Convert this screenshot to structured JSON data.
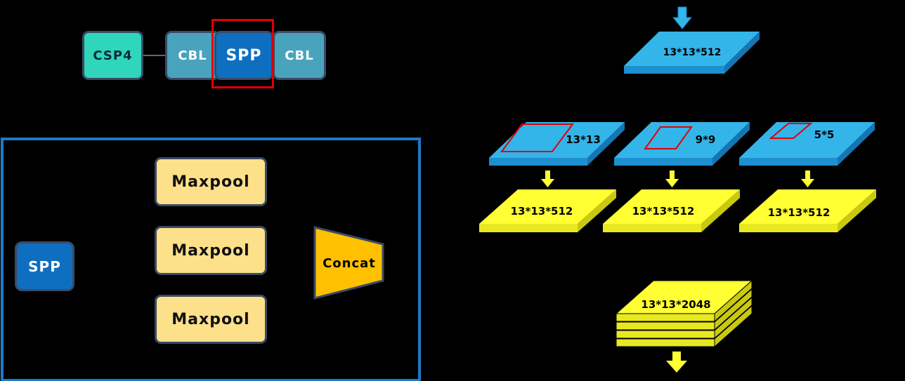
{
  "top_chain": {
    "csp4": "CSP4",
    "cbl_left": "CBL",
    "spp": "SPP",
    "cbl_right": "CBL"
  },
  "spp_module": {
    "spp": "SPP",
    "maxpool_1": "Maxpool",
    "maxpool_2": "Maxpool",
    "maxpool_3": "Maxpool",
    "concat": "Concat"
  },
  "right": {
    "input": "13*13*512",
    "kernels": [
      "13*13",
      "9*9",
      "5*5"
    ],
    "pooled": [
      "13*13*512",
      "13*13*512",
      "13*13*512"
    ],
    "output": "13*13*2048"
  },
  "colors": {
    "background": "#000000",
    "teal": "#2fd6b9",
    "steel_blue": "#4aa3bd",
    "dark_blue": "#0e6fc0",
    "highlight_red": "#e00000",
    "maxpool_fill": "#fde08a",
    "concat_fill": "#ffc000",
    "module_border": "#1f78c8",
    "layer_blue": "#33b5ea",
    "layer_yellow": "#ffff33"
  }
}
